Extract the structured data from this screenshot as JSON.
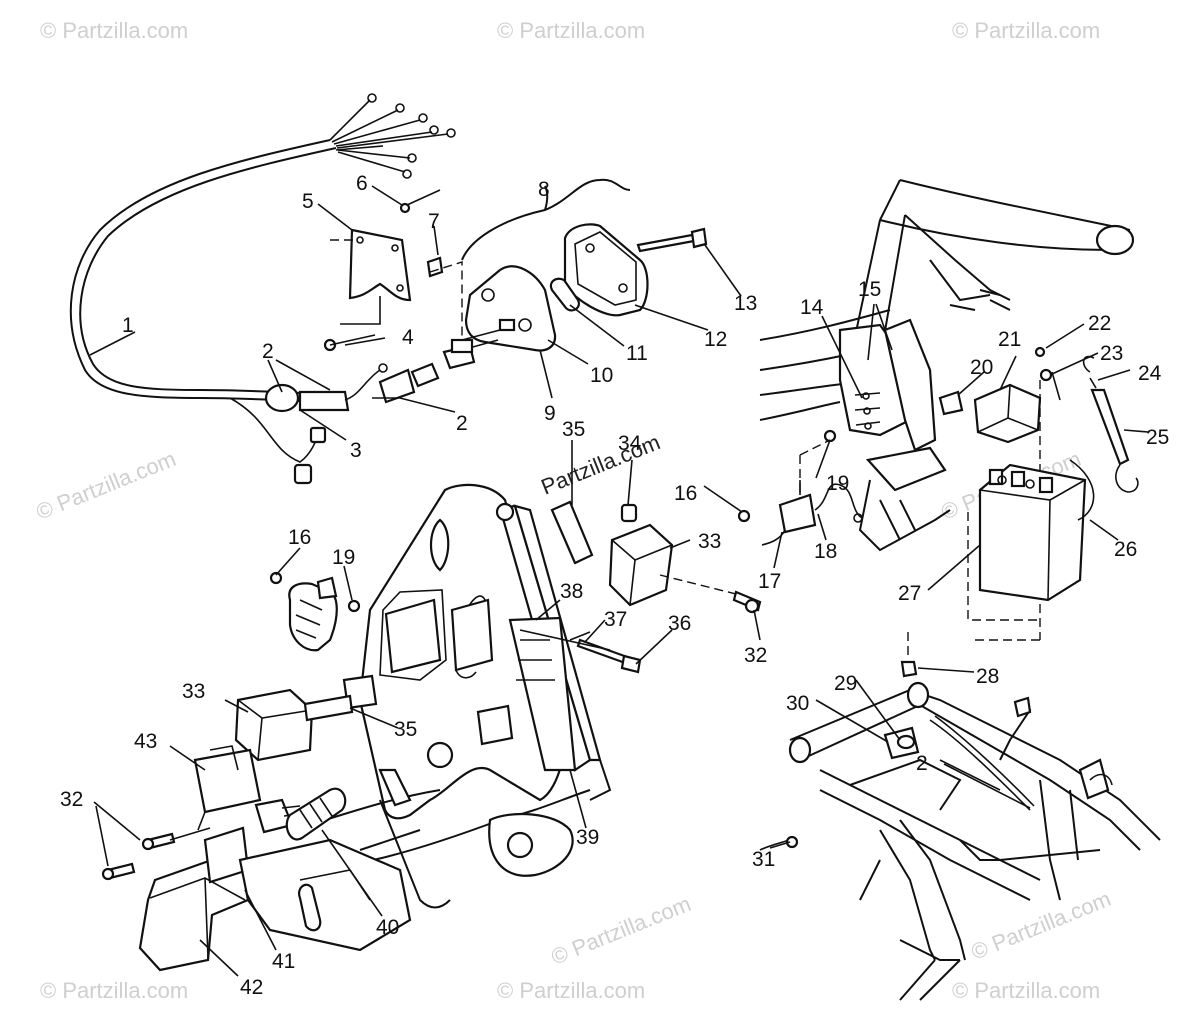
{
  "watermark": {
    "text": "© Partzilla.com",
    "center_text": "Partzilla.com"
  },
  "callouts": [
    "1",
    "2",
    "2",
    "2",
    "3",
    "4",
    "5",
    "6",
    "7",
    "8",
    "9",
    "10",
    "11",
    "12",
    "13",
    "14",
    "15",
    "16",
    "16",
    "17",
    "18",
    "19",
    "19",
    "20",
    "21",
    "22",
    "23",
    "24",
    "25",
    "26",
    "27",
    "28",
    "29",
    "30",
    "31",
    "32",
    "32",
    "33",
    "33",
    "34",
    "35",
    "35",
    "36",
    "37",
    "38",
    "39",
    "40",
    "41",
    "42",
    "43"
  ]
}
